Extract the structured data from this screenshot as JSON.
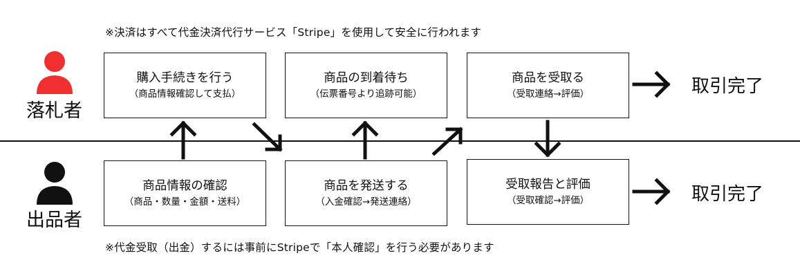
{
  "notes": {
    "top": "※決済はすべて代金決済代行サービス「Stripe」を使用して安全に行われます",
    "bottom": "※代金受取（出金）するには事前にStripeで「本人確認」を行う必要があります"
  },
  "roles": {
    "buyer": {
      "label": "落札者",
      "icon": "person-icon",
      "color": "#f03030"
    },
    "seller": {
      "label": "出品者",
      "icon": "person-icon",
      "color": "#111111"
    }
  },
  "buyer_steps": [
    {
      "title": "購入手続きを行う",
      "sub": "（商品情報確認して支払）"
    },
    {
      "title": "商品の到着待ち",
      "sub": "（伝票番号より追跡可能）"
    },
    {
      "title": "商品を受取る",
      "sub": "（受取連絡→評価）"
    }
  ],
  "seller_steps": [
    {
      "title": "商品情報の確認",
      "sub": "（商品・数量・金額・送料）"
    },
    {
      "title": "商品を発送する",
      "sub": "（入金確認→発送連絡）"
    },
    {
      "title": "受取報告と評価",
      "sub": "（受取確認→評価）"
    }
  ],
  "completion": {
    "buyer": "取引完了",
    "seller": "取引完了"
  }
}
